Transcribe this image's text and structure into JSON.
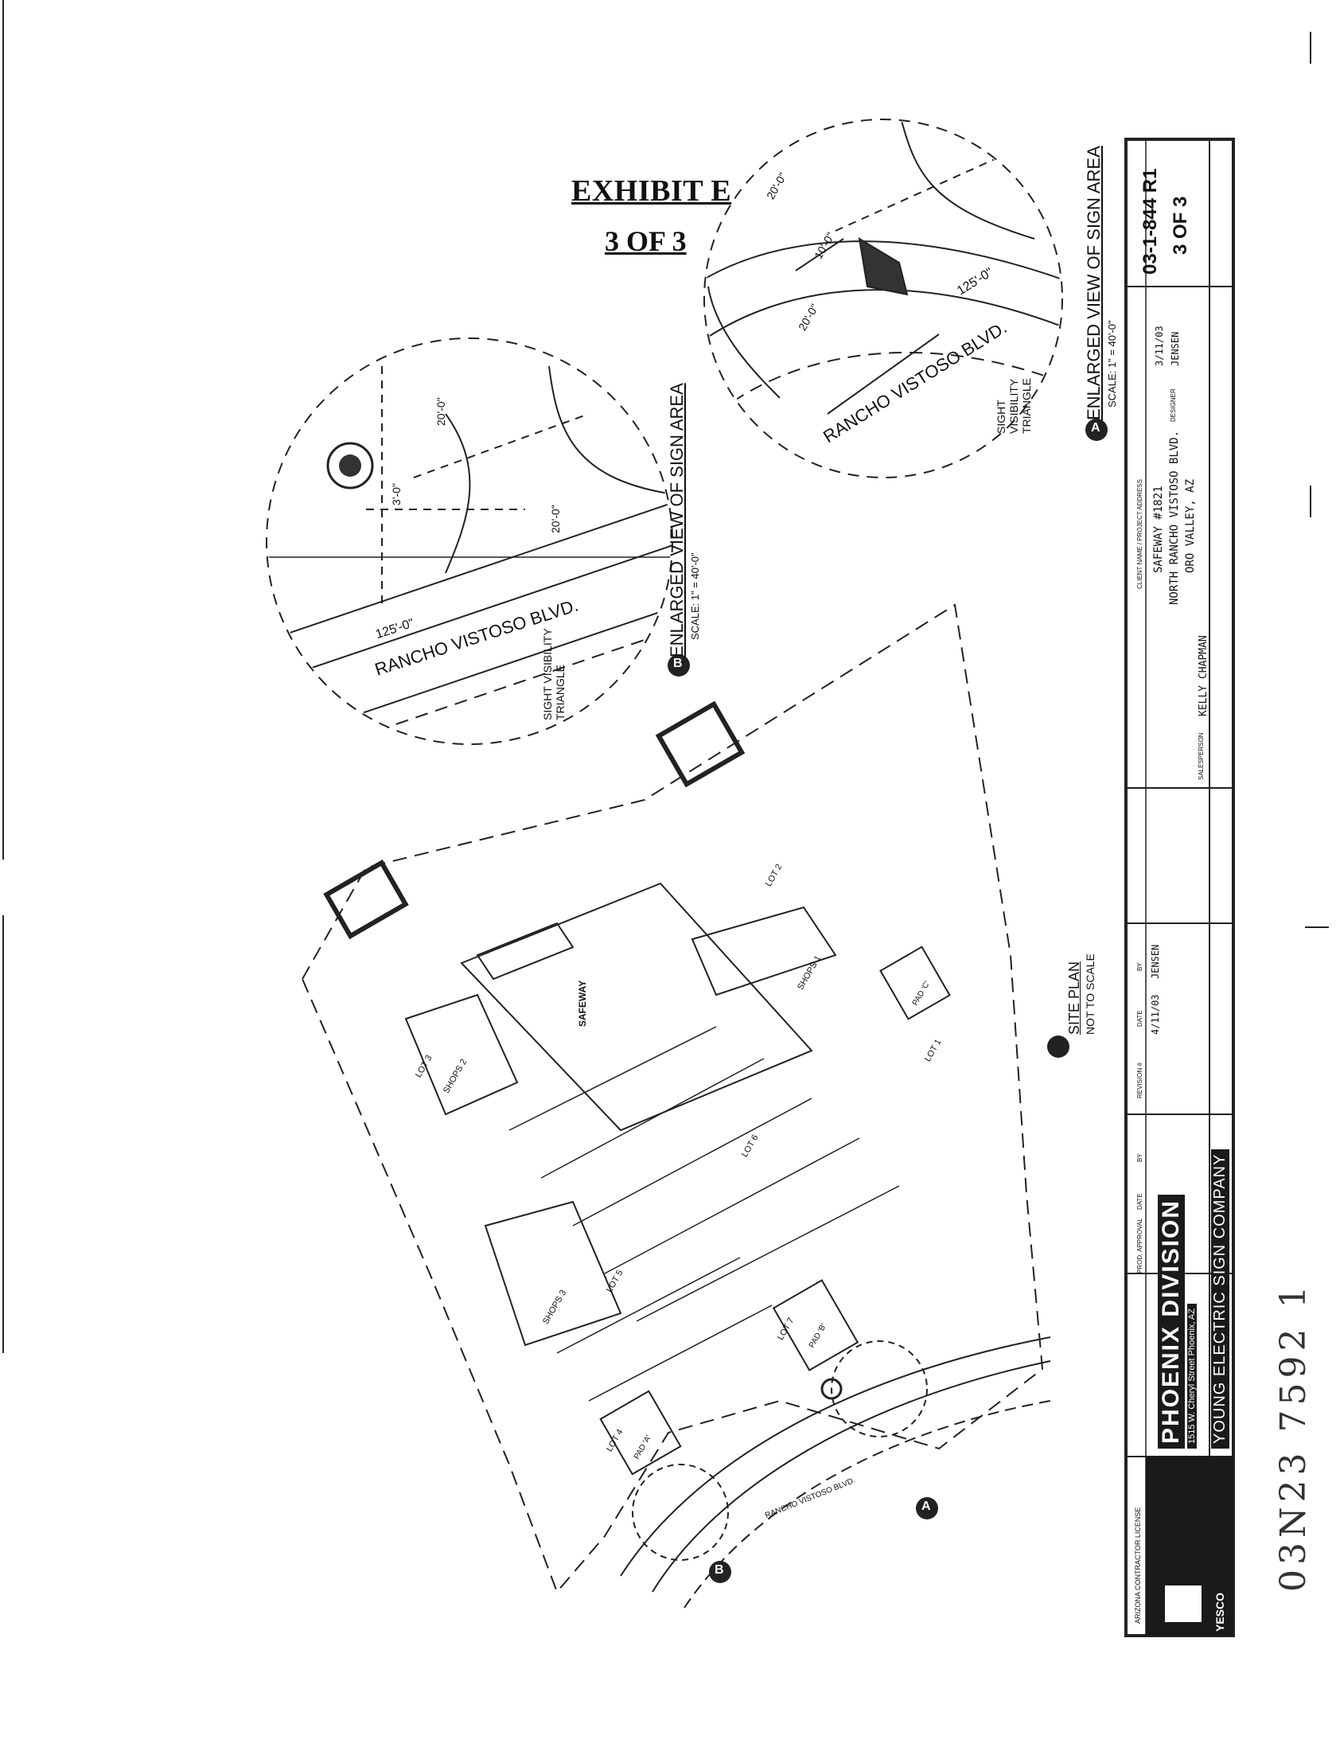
{
  "exhibit": {
    "title": "EXHIBIT E",
    "page": "3 OF 3"
  },
  "detail_b": {
    "marker": "B",
    "title": "ENLARGED VIEW OF SIGN AREA",
    "scale": "SCALE: 1\" = 40'-0\"",
    "street": "RANCHO VISTOSO BLVD.",
    "row_width": "125'-0\"",
    "triangle_label": "SIGHT VISIBILITY TRIANGLE",
    "dims": [
      "20'-0\"",
      "3'-0\"",
      "20'-0\""
    ]
  },
  "detail_a": {
    "marker": "A",
    "title": "ENLARGED VIEW OF SIGN AREA",
    "scale": "SCALE: 1\" = 40'-0\"",
    "street": "RANCHO VISTOSO BLVD.",
    "row_width": "125'-0\"",
    "triangle_label": "SIGHT VISIBILITY TRIANGLE",
    "dims": [
      "20'-0\"",
      "10'-0\"",
      "20'-0\""
    ]
  },
  "site_plan": {
    "title": "SITE PLAN",
    "subtitle": "NOT TO SCALE",
    "anchor": "SAFEWAY",
    "buildings": [
      "SHOPS 1",
      "SHOPS 2",
      "SHOPS 3",
      "PAD 'A'",
      "PAD 'B'",
      "PAD 'C'"
    ],
    "lots": [
      "LOT 1",
      "LOT 2",
      "LOT 3",
      "LOT 4",
      "LOT 5",
      "LOT 6",
      "LOT 7"
    ],
    "street_label": "RANCHO VISTOSO BLVD.",
    "markers": [
      "A",
      "B"
    ]
  },
  "title_block": {
    "company": "PHOENIX DIVISION",
    "company_address": "1515 W. Cheryl Street Phoenix, AZ",
    "brand": "YOUNG ELECTRIC SIGN COMPANY",
    "yesco": "YESCO",
    "license": "ARIZONA CONTRACTOR LICENSE",
    "drawing_number": "03-1-844 R1",
    "sheet": "3 OF 3",
    "client_label": "CLIENT NAME / PROJECT ADDRESS",
    "client_name": "SAFEWAY #1821",
    "address_1": "NORTH RANCHO VISTOSO BLVD.",
    "address_2": "ORO VALLEY, AZ",
    "salesperson_label": "SALESPERSON",
    "salesperson": "KELLY CHAPMAN",
    "designer_label": "DESIGNER",
    "designer": "JENSEN",
    "revision_date": "4/11/03",
    "original_date": "3/11/03",
    "revision_headers": [
      "REVISION #",
      "DATE",
      "BY"
    ],
    "approval_headers": [
      "PROD. APPROVAL",
      "DATE",
      "BY"
    ]
  },
  "stamp": {
    "number": "03N23 7592 1"
  }
}
